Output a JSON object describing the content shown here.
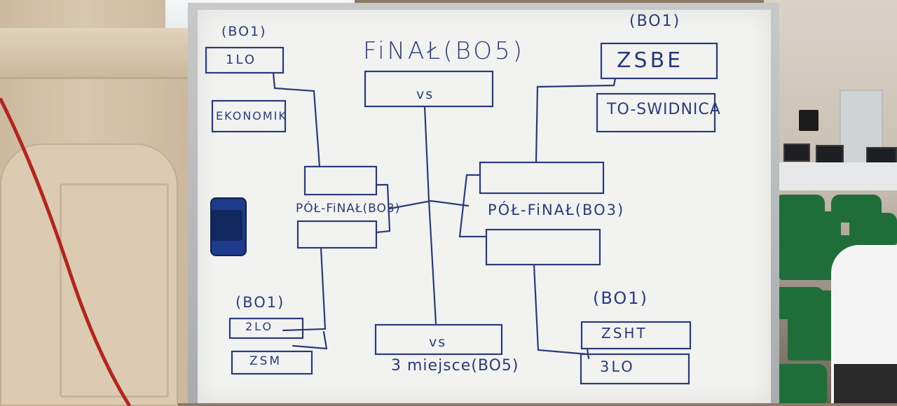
{
  "bracket": {
    "final_title": "FiNAŁ(BO5)",
    "final_vs": "vs",
    "semi_left_label": "PÓŁ-FiNAŁ(BO3)",
    "semi_right_label": "PÓŁ-FiNAŁ(BO3)",
    "third_vs": "vs",
    "third_place_label": "3 miejsce(BO5)",
    "groups": {
      "top_left": {
        "format": "(BO1)",
        "team_a": "1LO",
        "team_b": "EKONOMIK"
      },
      "top_right": {
        "format": "(BO1)",
        "team_a": "ZSBE",
        "team_b": "TO-SWIDNICA"
      },
      "bottom_left": {
        "format": "(BO1)",
        "team_a": "2LO",
        "team_b": "ZSM"
      },
      "bottom_right": {
        "format": "(BO1)",
        "team_a": "ZSHT",
        "team_b": "3LO"
      }
    }
  },
  "colors": {
    "marker": "#2b3a7a",
    "board": "#f2f3f1",
    "eraser": "#1e3a8a",
    "chairs": "#1f6e3a"
  }
}
